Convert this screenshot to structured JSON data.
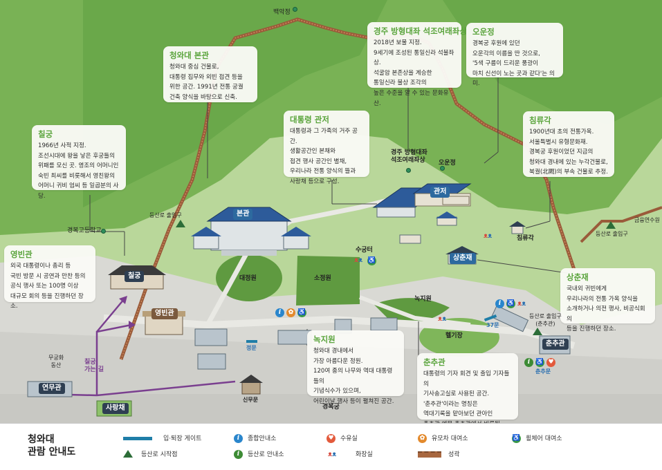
{
  "callouts": [
    {
      "key": "bonkwan",
      "title": "청와대 본관",
      "body": "청와대 중심 건물로,\n대통령 집무와 외빈 접견 등을\n위한 공간. 1991년 전통 궁궐\n건축 양식을 바탕으로 신축."
    },
    {
      "key": "chilgung",
      "title": "칠궁",
      "body": "1966년 사적 지정.\n조선시대에 왕을 낳은 후궁들의\n위패를 모신 곳. 영조의 어머니인\n숙빈 최씨를 비롯해서 영친왕의\n어머니 귀비 엄씨 등 일곱분의 사당."
    },
    {
      "key": "yeongbingwan",
      "title": "영빈관",
      "body": "외국 대통령이나 총리 등\n국빈 방문 시 공연과 만찬 등의\n공식 행사 또는 100명 이상\n대규모 회의 등을 진행하던 장소."
    },
    {
      "key": "gwanjeo",
      "title": "대통령 관저",
      "body": "대통령과 그 가족의 거주 공간.\n생활공간인 본채와\n접견 행사 공간인 별채,\n우리나라 전통 양식의 뜰과\n사랑채 등으로 구성."
    },
    {
      "key": "buddha",
      "title": "경주 방형대좌 석조여래좌상",
      "body": "2018년 보물 지정.\n9세기에 조성된 통일신라 석불좌상.\n석굴암 본존상을 계승한\n통일신라 불상 조각의\n높은 수준을 알 수 있는 문화유산."
    },
    {
      "key": "ounjeong",
      "title": "오운정",
      "body": "경복궁 후원에 있던\n오운각의 이름을 딴 것으로,\n'5색 구름이 드리운 풍광이\n마치 신선이 노는 곳과 같다'는 의미."
    },
    {
      "key": "chimnyugak",
      "title": "침류각",
      "body": "1900년대 초의 전통가옥.\n서울특별시 유형문화재.\n경복궁 후원이었던 지금의\n청와대 경내에 있는 누각건물로,\n북궐(北闕)의 부속 건물로 추정."
    },
    {
      "key": "sangchunjae",
      "title": "상춘재",
      "body": "국내외 귀빈에게\n우리나라의 전통 가옥 양식을\n소개하거나 의전 행사, 비공식회의\n등을 진행하던 장소."
    },
    {
      "key": "nokjiwon",
      "title": "녹지원",
      "body": "청와대 경내에서\n가장 아름다운 정원.\n120여 종의 나무와 역대 대통령들의\n기념식수가 있으며,\n어린이날 행사 등이 펼쳐진 공간."
    },
    {
      "key": "chunchugwan",
      "title": "춘추관",
      "body": "대통령의 기자 회견 및 출입 기자들의\n기사송고실로 사용된 공간.\n'춘추관'이라는 명칭은\n역대기록을 맡아보던 관아인\n춘추관·예문 춘추관에서 비롯됨."
    }
  ],
  "places": {
    "baegakjeong": "백악정",
    "bonkwan": "본관",
    "gwanjeo": "관저",
    "daejeongwon": "대정원",
    "sojeongwon": "소정원",
    "sugungteo": "수궁터",
    "nokjiwon": "녹지원",
    "heligipad": "헬기장",
    "chimnyugak": "침류각",
    "sangchunjae": "상춘재",
    "chunchugwan": "춘추관",
    "chunchumun": "춘추문",
    "chunchugwan_gate": "37문",
    "yeongbingwan": "영빈관",
    "chilgung": "칠궁",
    "yeonmugwan": "연무관",
    "sarangchae": "사랑채",
    "sinmumun": "신무문",
    "gyeongbokgung": "경복궁",
    "cheongmun": "정문",
    "gyeongbok_school": "경복고등학교",
    "mugunghwa": "무궁화\n동산",
    "chilgung_path": "칠궁\n가는 길",
    "buddha_line1": "경주 방형대좌",
    "buddha_line2": "석조여래좌상",
    "ounjeong": "오운정",
    "trail_west": "등산로 출입구",
    "trail_east": "등산로 출입구",
    "trail_chunchu": "등산로 출입구\n(춘추관)",
    "geumseong": "금융연수원"
  },
  "legend": {
    "title_line1": "청와대",
    "title_line2": "관람 안내도",
    "items": [
      {
        "key": "gate",
        "label": "입·퇴장 게이트"
      },
      {
        "key": "info",
        "label": "종합안내소"
      },
      {
        "key": "nursing",
        "label": "수유실"
      },
      {
        "key": "stroller",
        "label": "유모차 대여소"
      },
      {
        "key": "wheelchair",
        "label": "휠체어 대여소"
      },
      {
        "key": "trailhead",
        "label": "등산로 시작점"
      },
      {
        "key": "trail_info",
        "label": "등산로 안내소"
      },
      {
        "key": "restroom",
        "label": "화장실"
      },
      {
        "key": "fortress",
        "label": "성곽"
      }
    ]
  },
  "icons": {
    "info": "info-icon",
    "trail_info": "trail-info-icon",
    "nursing": "nursing-room-icon",
    "stroller": "stroller-icon",
    "wheelchair": "wheelchair-icon",
    "restroom": "restroom-icon",
    "trailhead": "mountain-icon"
  },
  "colors": {
    "callout_title": "#5aa43c",
    "fortress_wall": "#9a5b3a",
    "path": "#7a3f8f",
    "gate": "#1f7ea8",
    "terrain_green": "#7fb65a",
    "roof_blue": "#2d5b9a"
  }
}
